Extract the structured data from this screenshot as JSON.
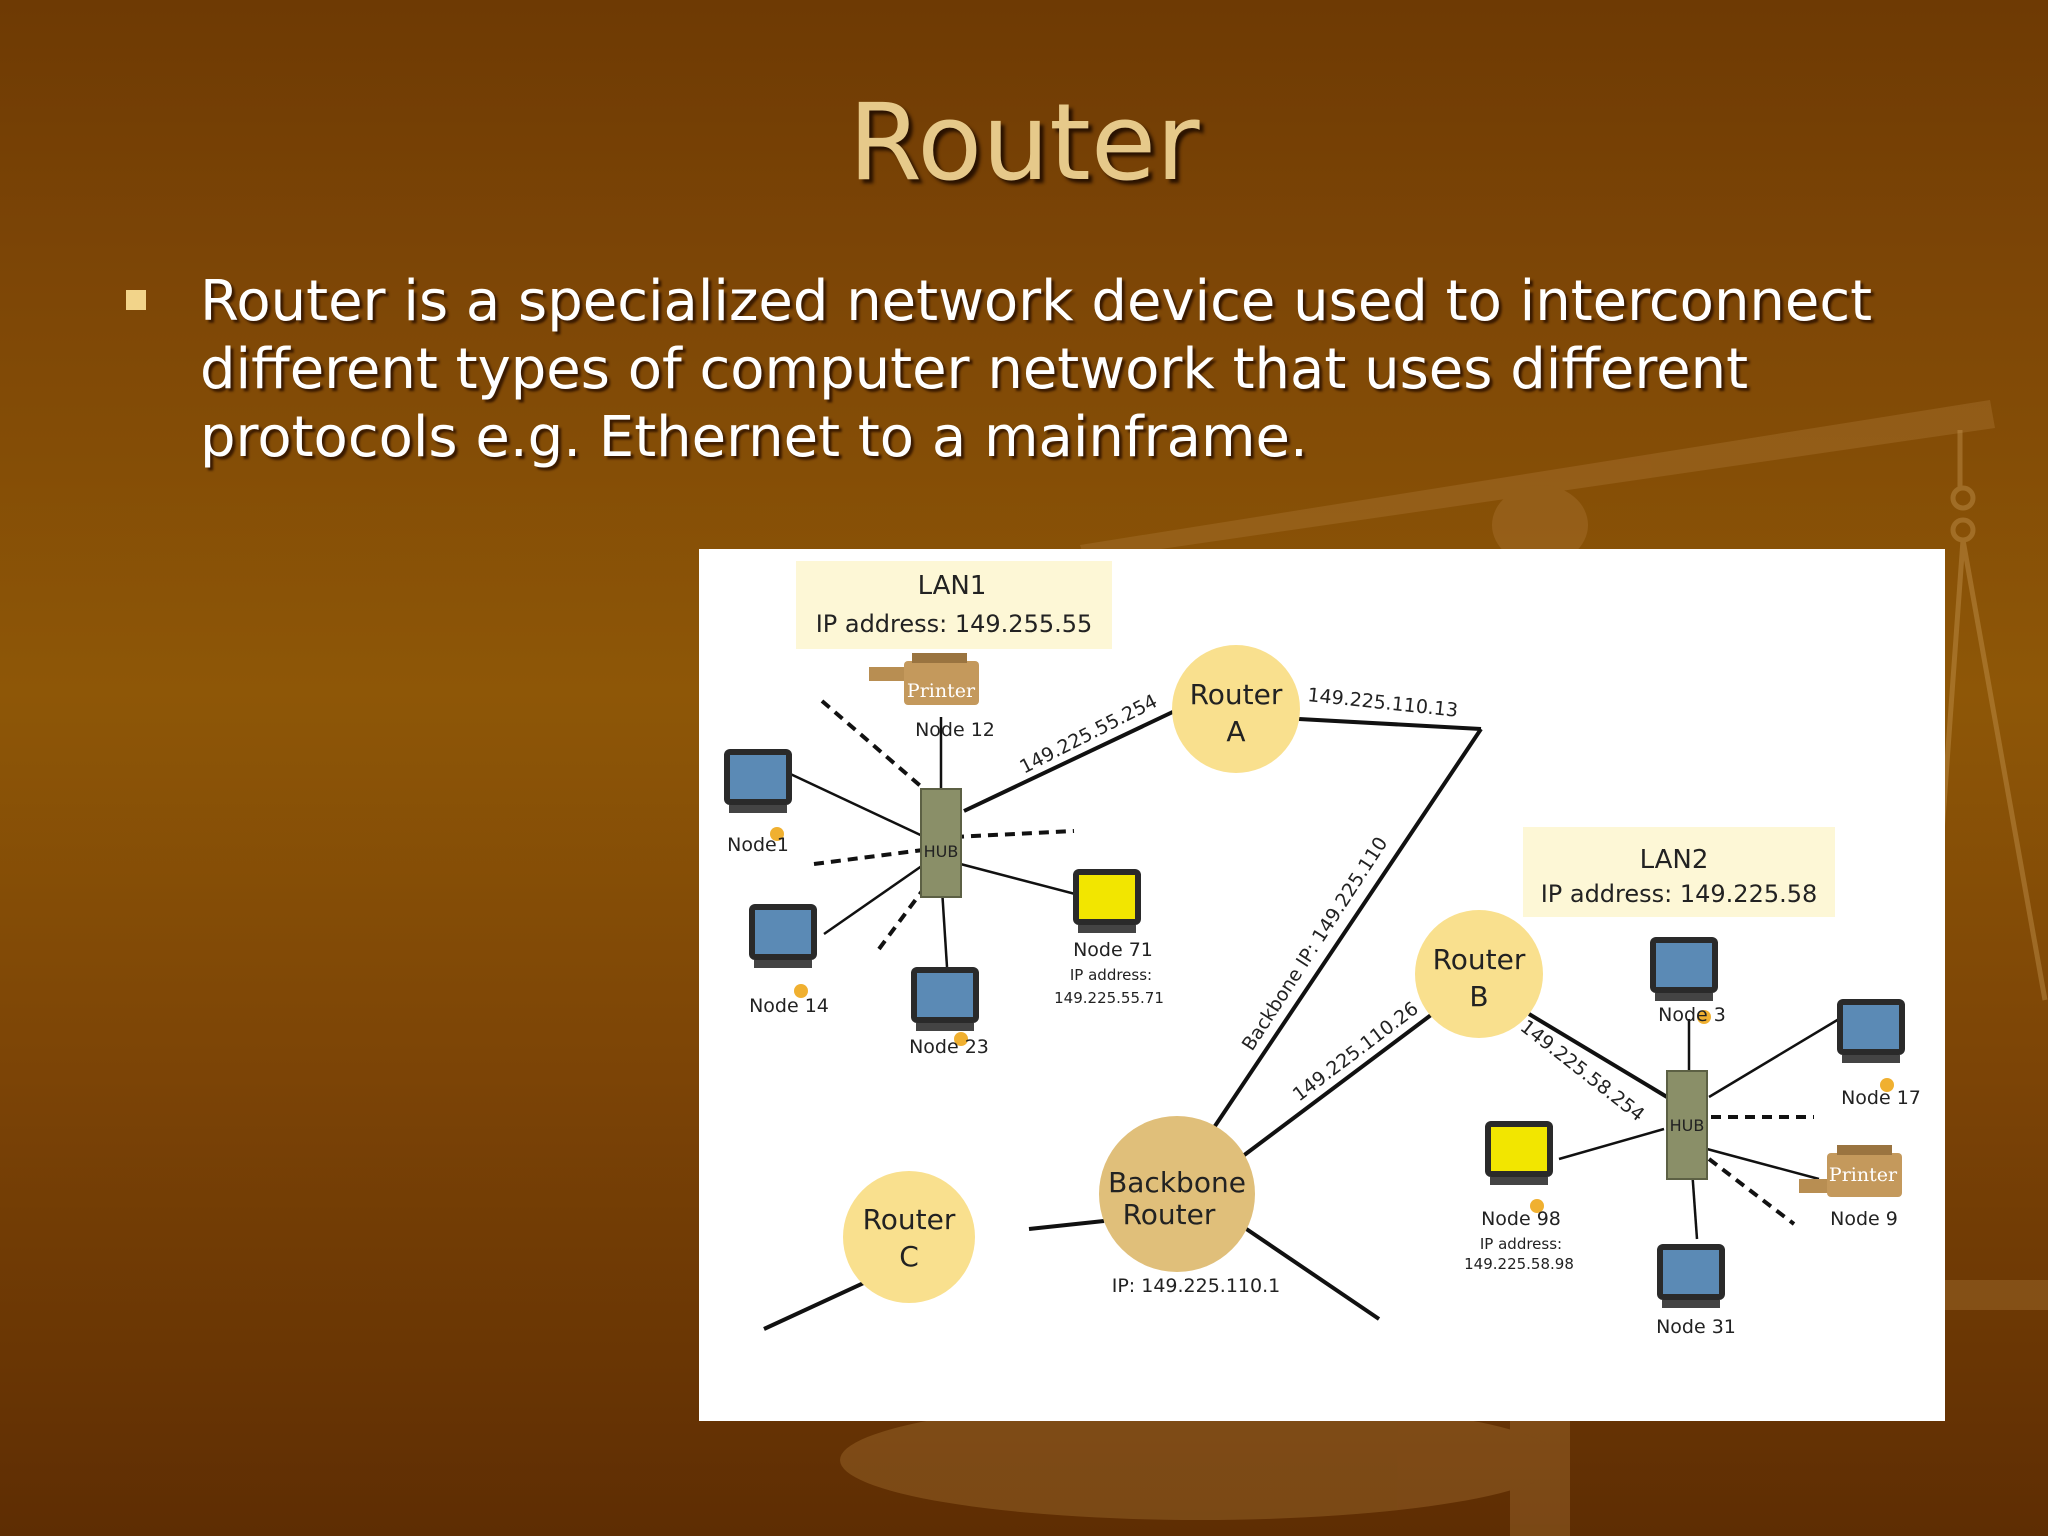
{
  "slide": {
    "title": "Router",
    "bullet": "Router is  a specialized network device used to interconnect different types of computer network that uses different protocols e.g. Ethernet to a mainframe."
  },
  "diagram": {
    "lan1": {
      "title": "LAN1",
      "ip": "IP address: 149.255.55"
    },
    "lan2": {
      "title": "LAN2",
      "ip": "IP address: 149.225.58"
    },
    "router_a": {
      "line1": "Router",
      "line2": "A"
    },
    "router_b": {
      "line1": "Router",
      "line2": "B"
    },
    "router_c": {
      "line1": "Router",
      "line2": "C"
    },
    "backbone": {
      "line1": "Backbone",
      "line2": "Router",
      "ip": "IP: 149.225.110.1"
    },
    "links": {
      "lan1_to_a": "149.225.55.254",
      "a_out": "149.225.110.13",
      "backbone_ip": "Backbone IP: 149.225.110",
      "b_to_backbone": "149.225.110.26",
      "b_to_lan2": "149.225.58.254"
    },
    "hub_label": "HUB",
    "printer_label": "Printer",
    "nodes": {
      "node12": "Node 12",
      "node1": "Node1",
      "node14": "Node 14",
      "node23": "Node 23",
      "node71": "Node 71",
      "node71_ip_label": "IP address:",
      "node71_ip": "149.225.55.71",
      "node3": "Node 3",
      "node17": "Node 17",
      "node98": "Node 98",
      "node98_ip_label": "IP address:",
      "node98_ip": "149.225.58.98",
      "node9": "Node 9",
      "node31": "Node 31"
    }
  }
}
